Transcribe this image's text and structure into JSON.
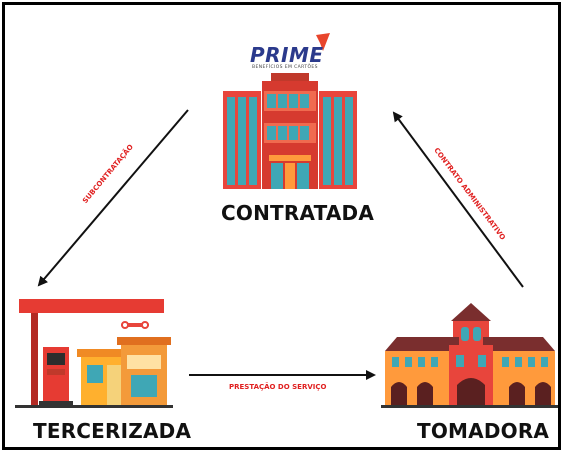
{
  "logo": {
    "brand": "PRIME",
    "tagline": "BENEFÍCIOS EM CARTÕES",
    "brand_color": "#2b3a8c",
    "accent_color": "#e8452c"
  },
  "nodes": {
    "contratada": {
      "label": "CONTRATADA",
      "icon": "office-building-icon"
    },
    "tercerizada": {
      "label": "TERCERIZADA",
      "icon": "gas-station-icon"
    },
    "tomadora": {
      "label": "TOMADORA",
      "icon": "town-hall-icon"
    }
  },
  "edges": {
    "subcontratacao": {
      "label": "SUBCONTRATAÇÃO",
      "from": "CONTRATADA",
      "to": "TERCERIZADA"
    },
    "contrato": {
      "label": "CONTRATO ADMINISTRATIVO",
      "from": "TOMADORA",
      "to": "CONTRATADA"
    },
    "prestacao": {
      "label": "PRESTAÇÃO DO SERVIÇO",
      "from": "TERCERIZADA",
      "to": "TOMADORA"
    }
  },
  "colors": {
    "edge_label": "#e02020",
    "arrow": "#111111",
    "building_red": "#e8453c",
    "window_teal": "#3fa7b5"
  }
}
